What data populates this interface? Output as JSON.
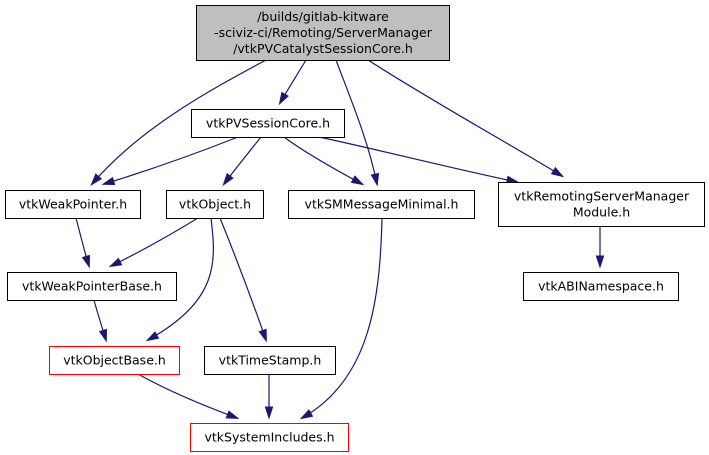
{
  "nodes": {
    "root": {
      "lines": [
        "/builds/gitlab-kitware",
        "-sciviz-ci/Remoting/ServerManager",
        "/vtkPVCatalystSessionCore.h"
      ],
      "style": "root"
    },
    "pvsessioncore": {
      "lines": [
        "vtkPVSessionCore.h"
      ],
      "style": "normal"
    },
    "weakpointer": {
      "lines": [
        "vtkWeakPointer.h"
      ],
      "style": "normal"
    },
    "object": {
      "lines": [
        "vtkObject.h"
      ],
      "style": "normal"
    },
    "smmessageminimal": {
      "lines": [
        "vtkSMMessageMinimal.h"
      ],
      "style": "normal"
    },
    "remotingservermanagermodule": {
      "lines": [
        "vtkRemotingServerManager",
        "Module.h"
      ],
      "style": "normal"
    },
    "weakpointerbase": {
      "lines": [
        "vtkWeakPointerBase.h"
      ],
      "style": "normal"
    },
    "abinamespace": {
      "lines": [
        "vtkABINamespace.h"
      ],
      "style": "normal"
    },
    "objectbase": {
      "lines": [
        "vtkObjectBase.h"
      ],
      "style": "red"
    },
    "timestamp": {
      "lines": [
        "vtkTimeStamp.h"
      ],
      "style": "normal"
    },
    "systemincludes": {
      "lines": [
        "vtkSystemIncludes.h"
      ],
      "style": "red"
    }
  },
  "edges": [
    [
      "root",
      "pvsessioncore"
    ],
    [
      "root",
      "weakpointer"
    ],
    [
      "root",
      "smmessageminimal"
    ],
    [
      "root",
      "remotingservermanagermodule"
    ],
    [
      "pvsessioncore",
      "weakpointer"
    ],
    [
      "pvsessioncore",
      "object"
    ],
    [
      "pvsessioncore",
      "smmessageminimal"
    ],
    [
      "pvsessioncore",
      "remotingservermanagermodule"
    ],
    [
      "weakpointer",
      "weakpointerbase"
    ],
    [
      "object",
      "weakpointerbase"
    ],
    [
      "object",
      "objectbase"
    ],
    [
      "object",
      "timestamp"
    ],
    [
      "smmessageminimal",
      "systemincludes"
    ],
    [
      "remotingservermanagermodule",
      "abinamespace"
    ],
    [
      "weakpointerbase",
      "objectbase"
    ],
    [
      "objectbase",
      "systemincludes"
    ],
    [
      "timestamp",
      "systemincludes"
    ]
  ],
  "colors": {
    "edge": "#191970",
    "root_fill": "#bfbfbf",
    "node_border": "#000000",
    "incomplete_border": "#ff0000"
  }
}
